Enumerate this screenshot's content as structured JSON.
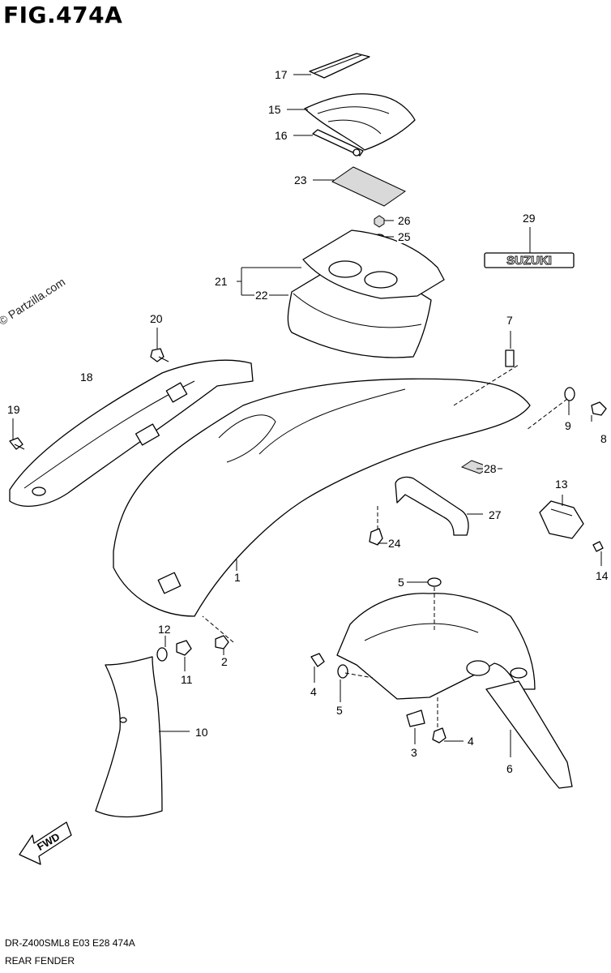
{
  "figure": {
    "title": "FIG.474A",
    "watermark": "© Partzilla.com",
    "model_code": "DR-Z400SML8  E03  E28  474A",
    "caption": "REAR FENDER",
    "logo_text": "SUZUKI",
    "direction_marker": "FWD"
  },
  "callouts": [
    {
      "id": "1",
      "label": "1"
    },
    {
      "id": "2",
      "label": "2"
    },
    {
      "id": "3",
      "label": "3"
    },
    {
      "id": "4a",
      "label": "4"
    },
    {
      "id": "4b",
      "label": "4"
    },
    {
      "id": "5a",
      "label": "5"
    },
    {
      "id": "5b",
      "label": "5"
    },
    {
      "id": "6",
      "label": "6"
    },
    {
      "id": "7",
      "label": "7"
    },
    {
      "id": "8",
      "label": "8"
    },
    {
      "id": "9",
      "label": "9"
    },
    {
      "id": "10",
      "label": "10"
    },
    {
      "id": "11",
      "label": "11"
    },
    {
      "id": "12",
      "label": "12"
    },
    {
      "id": "13",
      "label": "13"
    },
    {
      "id": "14",
      "label": "14"
    },
    {
      "id": "15",
      "label": "15"
    },
    {
      "id": "16",
      "label": "16"
    },
    {
      "id": "17",
      "label": "17"
    },
    {
      "id": "18",
      "label": "18"
    },
    {
      "id": "19",
      "label": "19"
    },
    {
      "id": "20",
      "label": "20"
    },
    {
      "id": "21",
      "label": "21"
    },
    {
      "id": "22",
      "label": "22"
    },
    {
      "id": "23",
      "label": "23"
    },
    {
      "id": "24",
      "label": "24"
    },
    {
      "id": "25",
      "label": "25"
    },
    {
      "id": "26",
      "label": "26"
    },
    {
      "id": "27",
      "label": "27"
    },
    {
      "id": "28",
      "label": "28"
    },
    {
      "id": "29",
      "label": "29"
    }
  ]
}
